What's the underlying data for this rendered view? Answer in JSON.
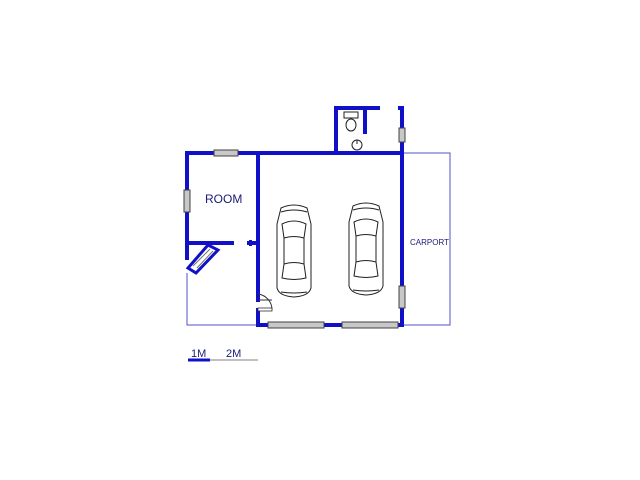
{
  "labels": {
    "room": "ROOM",
    "carport": "CARPORT"
  },
  "scale": {
    "first": "1M",
    "second": "2M"
  },
  "colors": {
    "wall": "#1010c8",
    "outline": "#5050d0",
    "text": "#1a1a7a",
    "window": "#c8c8c8"
  },
  "icons": [
    "car-icon",
    "toilet-icon",
    "basin-icon",
    "door-swing-icon",
    "stair-icon"
  ]
}
